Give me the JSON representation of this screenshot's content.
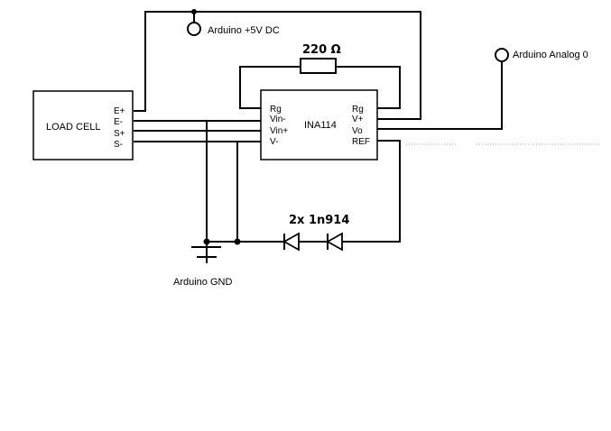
{
  "diagram": {
    "load_cell": {
      "title": "LOAD CELL",
      "pins": [
        "E+",
        "E-",
        "S+",
        "S-"
      ]
    },
    "amplifier": {
      "name": "INA114",
      "left_pins": [
        "Rg",
        "Vin-",
        "Vin+",
        "V-"
      ],
      "right_pins": [
        "Rg",
        "V+",
        "Vo",
        "REF"
      ]
    },
    "resistor_label": "220 Ω",
    "diodes_label": "2x 1n914",
    "terminals": {
      "vcc": "Arduino +5V DC",
      "analog": "Arduino Analog 0",
      "gnd": "Arduino GND"
    }
  }
}
